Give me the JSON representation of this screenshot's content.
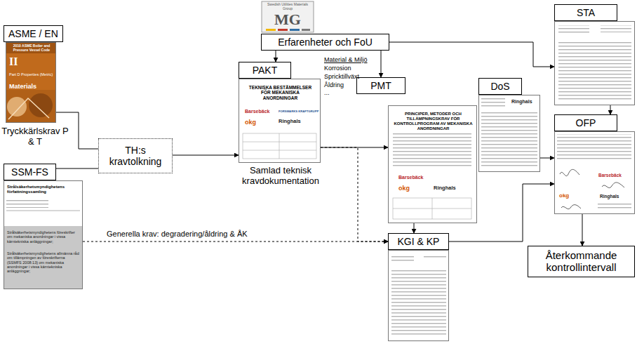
{
  "diagram": {
    "nodes": [
      {
        "text": [
          "ASME / EN",
          "2010 ASME Boiler and Pressure Vessel Code",
          "II",
          "Part D Properties (Metric)",
          "Materials",
          "Tryckkärlskrav P & T"
        ]
      },
      {
        "text": [
          "SSM-FS",
          "Strålsäkerhetsmyndighetens författningssamling",
          "Strålsäkerhetsmyndighetens föreskrifter om mekaniska anordningar i vissa kärntekniska anläggningar;",
          "Strålsäkerhetsmyndighetens allmänna råd om tillämpningen av föreskrifterna (SSMFS 2008:13) om mekaniska anordningar i vissa kärntekniska anläggningar;"
        ]
      },
      {
        "text": [
          "TH:s kravtolkning"
        ]
      },
      {
        "text": [
          "Erfarenheter och FoU"
        ]
      },
      {
        "text": [
          "PAKT",
          "TEKNISKA BESTÄMMELSER FÖR MEKANISKA ANORDNINGAR",
          "Barsebäck",
          "FORSMARKS KRAFTGRUPP",
          "okg",
          "Ringhals",
          "Samlad teknisk kravdokumentation"
        ]
      },
      {
        "text": [
          "PMT",
          "PRINCIPER, METODER OCH TILLÄMPNINGSKRAV FÖR KONTROLLPROGRAM AV MEKANISKA ANORDNINGAR",
          "Barsebäck",
          "okg",
          "Ringhals"
        ]
      },
      {
        "text": [
          "DoS",
          "Ringhals"
        ]
      },
      {
        "text": [
          "STA"
        ]
      },
      {
        "text": [
          "OFP",
          "Barsebäck",
          "okg",
          "Ringhals"
        ]
      },
      {
        "text": [
          "KGI & KP"
        ]
      },
      {
        "text": [
          "Återkommande kontrollintervall"
        ]
      }
    ],
    "edges": [
      {
        "from": 0,
        "to": 2,
        "arrow": "none"
      },
      {
        "from": 1,
        "to": 2,
        "arrow": "none"
      },
      {
        "from": 2,
        "to": 4,
        "arrow": "to"
      },
      {
        "from": 3,
        "to": 4,
        "arrow": "to"
      },
      {
        "from": 3,
        "to": 5,
        "arrow": "to"
      },
      {
        "from": 3,
        "to": 7,
        "arrow": "to"
      },
      {
        "from": 4,
        "to": 5,
        "arrow": "to"
      },
      {
        "from": 5,
        "to": 9,
        "arrow": "to"
      },
      {
        "from": 1,
        "to": 9,
        "arrow": "to",
        "label": "Generella krav: degradering/åldring & ÅK"
      },
      {
        "from": 4,
        "to": 9,
        "arrow": "to"
      },
      {
        "from": 6,
        "to": 8,
        "arrow": "to"
      },
      {
        "from": 7,
        "to": 8,
        "arrow": "to"
      },
      {
        "from": 9,
        "to": 8,
        "arrow": "to"
      },
      {
        "from": 8,
        "to": 10,
        "arrow": "to"
      }
    ],
    "labels": [
      "Swedish Utilities Materials Group",
      "MG",
      "Material & Miljö",
      "Korrosion",
      "Spricktillväxt",
      "Åldring",
      "..."
    ]
  }
}
